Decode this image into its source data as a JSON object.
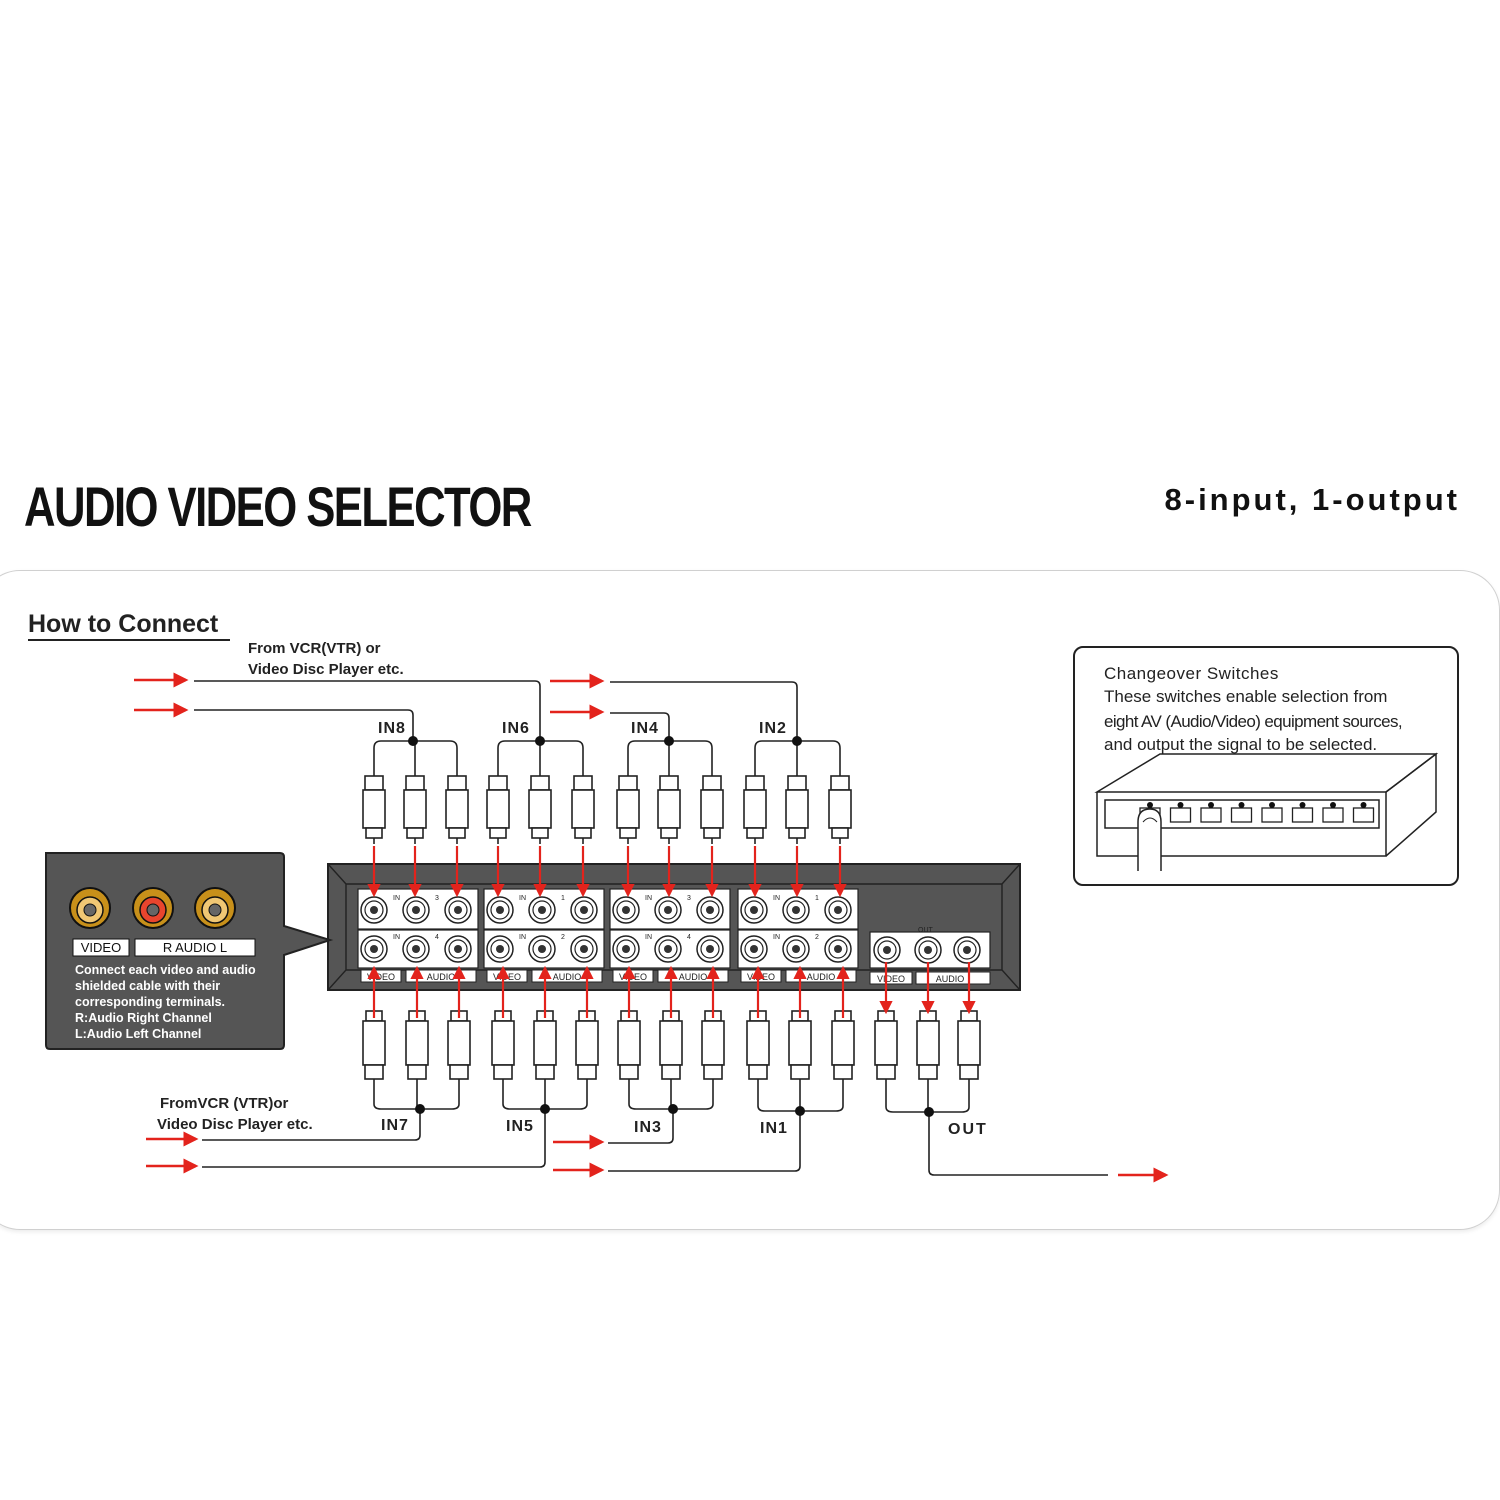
{
  "title": "AUDIO  VIDEO SELECTOR",
  "subtitle": "8-input,  1-output",
  "how_to_connect": "How to Connect",
  "source_top": [
    "From VCR(VTR) or",
    "Video Disc Player etc."
  ],
  "source_bottom": [
    "FromVCR (VTR)or",
    "Video Disc Player etc."
  ],
  "inputs_top": [
    "IN8",
    "IN6",
    "IN4",
    "IN2"
  ],
  "inputs_bottom": [
    "IN7",
    "IN5",
    "IN3",
    "IN1"
  ],
  "output_label": "OUT",
  "panel_port_text": {
    "in": "IN",
    "out": "OUT",
    "video": "VIDEO",
    "audio": "AUDIO",
    "module_numbers": [
      "3",
      "4",
      "1",
      "2",
      "3",
      "4",
      "1",
      "2"
    ]
  },
  "legend": {
    "video": "VIDEO",
    "audio": "R  AUDIO  L",
    "lines": [
      "Connect each video and audio",
      "shielded    cable    with   their",
      "corresponding terminals.",
      "R:Audio Right Channel",
      "L:Audio Left Channel"
    ]
  },
  "switches": {
    "title": "Changeover Switches",
    "lines": [
      "These switches enable selection from",
      "eight AV (Audio/Video) equipment sources,",
      "and output the signal to be selected."
    ]
  },
  "colors": {
    "arrow": "#e3231c",
    "panel": "#555555",
    "legend_bg": "#555555",
    "jack_gold": "#c8901a"
  }
}
